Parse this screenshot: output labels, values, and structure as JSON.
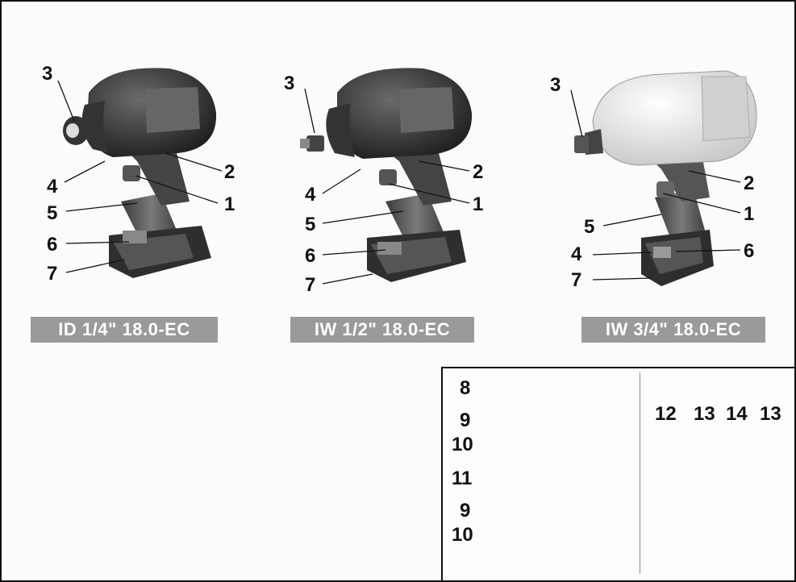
{
  "models": [
    {
      "name": "ID 1/4\" 18.0-EC"
    },
    {
      "name": "IW 1/2\" 18.0-EC"
    },
    {
      "name": "IW 3/4\" 18.0-EC"
    }
  ],
  "callouts": {
    "t1": [
      "3",
      "2",
      "4",
      "1",
      "5",
      "6",
      "7"
    ],
    "t2": [
      "3",
      "2",
      "4",
      "1",
      "5",
      "6",
      "7"
    ],
    "t3": [
      "3",
      "2",
      "1",
      "5",
      "4",
      "6",
      "7"
    ],
    "acc": [
      "8",
      "9",
      "10",
      "11",
      "9",
      "10",
      "12",
      "13",
      "14",
      "13"
    ]
  },
  "colors": {
    "body": "#3c3c3c",
    "dark": "#222222",
    "grip": "#5a5a5a",
    "light": "#e6e6e6",
    "label_bg": "#9a9a9a"
  }
}
